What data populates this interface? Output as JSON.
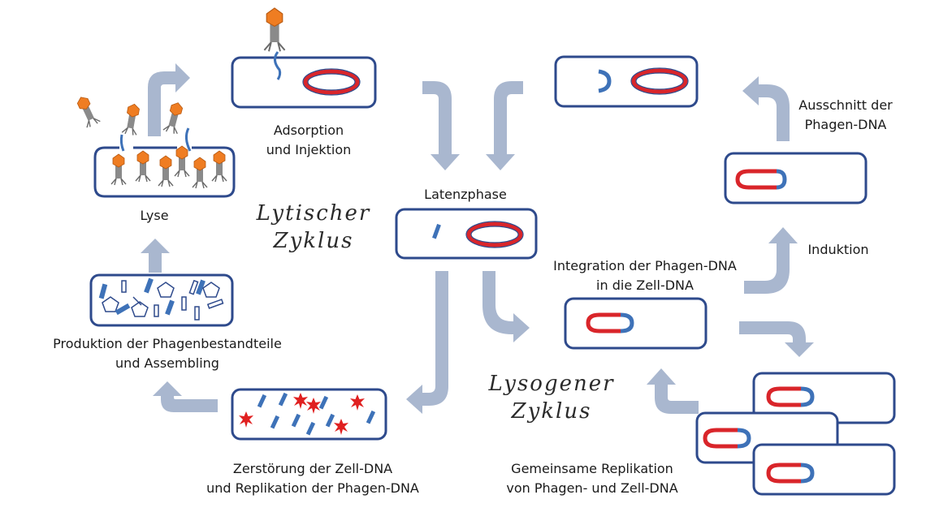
{
  "colors": {
    "arrow": "#a9b7cf",
    "cell_border": "#2e4a8c",
    "host_dna": "#d9252a",
    "phage_dna": "#3e72b8",
    "phage_head": "#ef7d22",
    "phage_tail": "#6a6a6a",
    "protein_star": "#e02020"
  },
  "labels": {
    "adsorption": [
      "Adsorption",
      "und Injektion"
    ],
    "latenzphase": "Latenzphase",
    "lyse": "Lyse",
    "lytic_cycle": [
      "Lytischer",
      "Zyklus"
    ],
    "produktion": [
      "Produktion der Phagenbestandteile",
      "und Assembling"
    ],
    "zerstoerung": [
      "Zerstörung der Zell-DNA",
      "und Replikation der Phagen-DNA"
    ],
    "integration": [
      "Integration der Phagen-DNA",
      "in die Zell-DNA"
    ],
    "lysogenic_cycle": [
      "Lysogener",
      "Zyklus"
    ],
    "gemeinsame": [
      "Gemeinsame Replikation",
      "von Phagen- und Zell-DNA"
    ],
    "induktion": "Induktion",
    "ausschnitt": [
      "Ausschnitt der",
      "Phagen-DNA"
    ]
  }
}
